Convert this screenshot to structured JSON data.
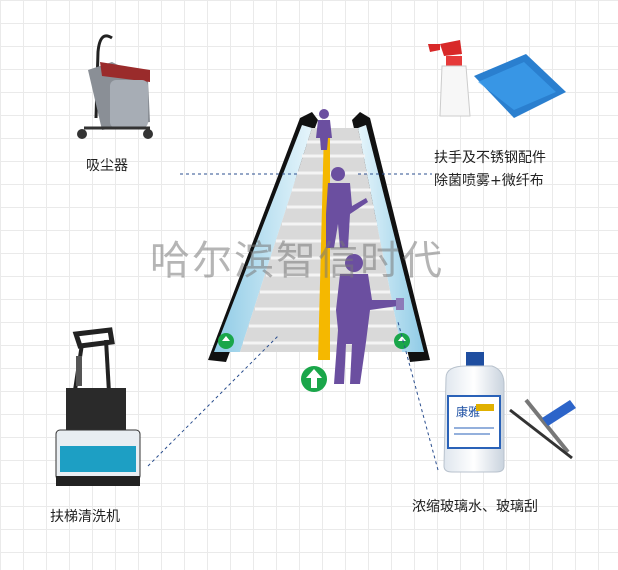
{
  "labels": {
    "vacuum": "吸尘器",
    "handrail_line1": "扶手及不锈钢配件",
    "handrail_line2": "除菌喷雾+微纤布",
    "escalator_cleaner": "扶梯清洗机",
    "glass": "浓缩玻璃水、玻璃刮"
  },
  "watermark": "哈尔滨智信时代",
  "bottle_brand": "康雅",
  "colors": {
    "grid": "#eaeaea",
    "step_yellow": "#f5b800",
    "figure_purple": "#6b4fa0",
    "escalator_glass": "#bfe3f4",
    "sign_green": "#1aa64a",
    "dashed_line": "#2b4f8f"
  }
}
